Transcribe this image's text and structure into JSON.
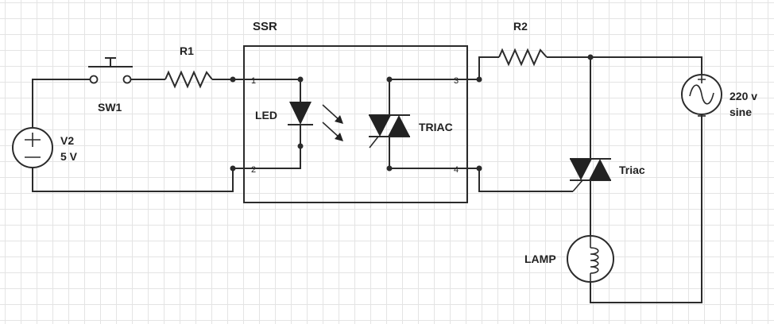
{
  "title": "SSR",
  "labels": {
    "sw1": "SW1",
    "r1": "R1",
    "r2": "R2",
    "v2_name": "V2",
    "v2_value": "5 V",
    "led": "LED",
    "triac_internal": "TRIAC",
    "triac_external": "Triac",
    "lamp": "LAMP",
    "ac_value": "220 v",
    "ac_type": "sine"
  },
  "pins": {
    "p1": "1",
    "p2": "2",
    "p3": "3",
    "p4": "4"
  },
  "colors": {
    "line": "#2b2b2b",
    "grid": "#e4e4e4",
    "text": "#222222"
  }
}
